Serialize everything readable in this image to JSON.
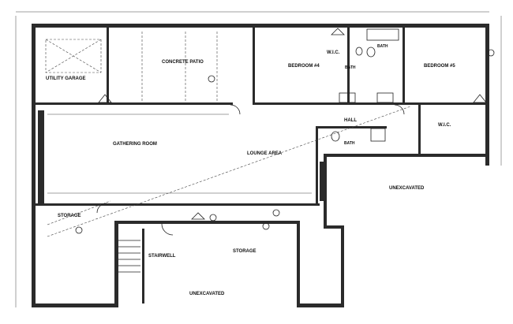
{
  "rooms": {
    "utility_garage": "UTILITY GARAGE",
    "concrete_patio": "CONCRETE PATIO",
    "bedroom4": "BEDROOM #4",
    "wic_top": "W.I.C.",
    "bath_top": "BATH",
    "bath_mid": "BATH",
    "bedroom5": "BEDROOM #5",
    "hall": "HALL",
    "wic_right": "W.I.C.",
    "bath_small": "BATH",
    "gathering_room": "GATHERING ROOM",
    "lounge_area": "LOUNGE AREA",
    "storage_left": "STORAGE",
    "storage_center": "STORAGE",
    "stairwell": "STAIRWELL",
    "unexcavated_right": "UNEXCAVATED",
    "unexcavated_bottom": "UNEXCAVATED"
  },
  "icons": {
    "section_marker": "section-marker-icon",
    "door_swing": "door-swing-icon",
    "fixture": "fixture-icon"
  },
  "colors": {
    "wall": "#2b2b2b",
    "line": "#222222",
    "background": "#ffffff"
  }
}
